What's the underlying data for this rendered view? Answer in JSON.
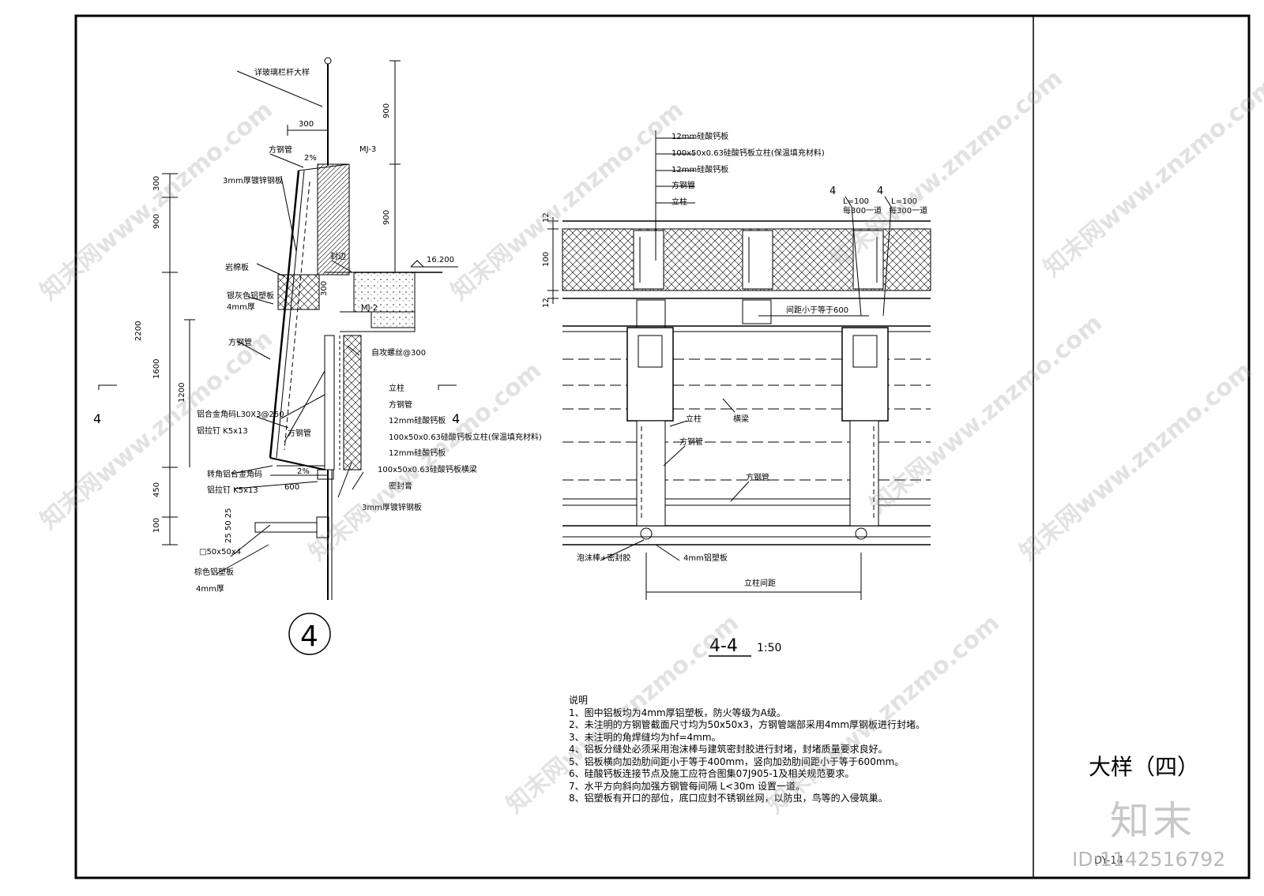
{
  "detail4": {
    "labels": {
      "railing_ref": "详玻璃栏杆大样",
      "dim_300_top": "300",
      "square_tube_1": "方钢管",
      "slope_top": "2%",
      "mj3": "MJ-3",
      "galv_plate_3mm": "3mm厚镀锌钢板",
      "rockwool": "岩棉板",
      "alu_silver": "银灰色铝塑板",
      "alu_silver_thk": "4mm厚",
      "square_tube_2": "方钢管",
      "alu_angle": "铝合金角码L30X3@250",
      "alu_rivet": "铝拉钉 K5x13",
      "square_tube_3": "方钢管",
      "corner_angle": "转角铝合金角码",
      "alu_rivet_2": "铝拉钉 K5x13",
      "dim_600": "600",
      "slope_bottom": "2%",
      "tube_50": "□50x50x4",
      "alu_brown": "棕色铝塑板",
      "alu_brown_thk": "4mm厚",
      "seal_top": "封边",
      "elev": "16.200",
      "mj2": "MJ-2",
      "screw": "自攻螺丝@300",
      "col": "立柱",
      "square_tube_4": "方钢管",
      "cal_board_1": "12mm硅酸钙板",
      "stud": "100x50x0.63硅酸钙板立柱(保温填充材料)",
      "cal_board_2": "12mm硅酸钙板",
      "beam": "100x50x0.63硅酸钙板横梁",
      "sealant": "密封膏",
      "galv_plate_bottom": "3mm厚镀锌钢板",
      "section_mark": "4",
      "section_mark_r": "4",
      "dims_left": [
        "300",
        "900",
        "2200",
        "1600",
        "1200",
        "450",
        "100"
      ],
      "dims_right": [
        "900",
        "900",
        "300"
      ],
      "dims_small": "25 50 25",
      "callout": "4"
    }
  },
  "section44": {
    "labels": {
      "cal_board_a": "12mm硅酸钙板",
      "stud_a": "100x50x0.63硅酸钙板立柱(保温填充材料)",
      "cal_board_b": "12mm硅酸钙板",
      "tube_a": "方钢管",
      "col_a": "立柱",
      "weld_1a": "4",
      "weld_1b": "L=100",
      "weld_1c": "每300一道",
      "weld_2a": "4",
      "weld_2b": "L=100",
      "weld_2c": "每300一道",
      "spacing": "间距小于等于600",
      "col_b": "立柱",
      "beam_b": "横梁",
      "tube_b": "方钢管",
      "tube_c": "方钢管",
      "foam_seal": "泡沫棒+密封胶",
      "alu_plate": "4mm铝塑板",
      "col_spacing": "立柱间距",
      "dims": [
        "12",
        "100",
        "12"
      ],
      "title": "4-4",
      "scale": "1:50"
    }
  },
  "notes": {
    "heading": "说明",
    "items": [
      "1、图中铝板均为4mm厚铝塑板，防火等级为A级。",
      "2、未注明的方钢管截面尺寸均为50x50x3，方钢管端部采用4mm厚钢板进行封堵。",
      "3、未注明的角焊缝均为hf=4mm。",
      "4、铝板分缝处必须采用泡沫棒与建筑密封胶进行封堵，封堵质量要求良好。",
      "5、铝板横向加劲肋间距小于等于400mm，竖向加劲肋间距小于等于600mm。",
      "6、硅酸钙板连接节点及施工应符合图集07J905-1及相关规范要求。",
      "7、水平方向斜向加强方钢管每间隔 L<30m 设置一道。",
      "8、铝塑板有开口的部位，底口应封不锈钢丝网，以防虫，鸟等的入侵筑巢。"
    ]
  },
  "title_block": {
    "title": "大样（四）",
    "sheet_no": "DY-14"
  },
  "watermark": {
    "text": "知末网www.znzmo.com",
    "logo": "知末",
    "id": "ID:1142516792"
  }
}
